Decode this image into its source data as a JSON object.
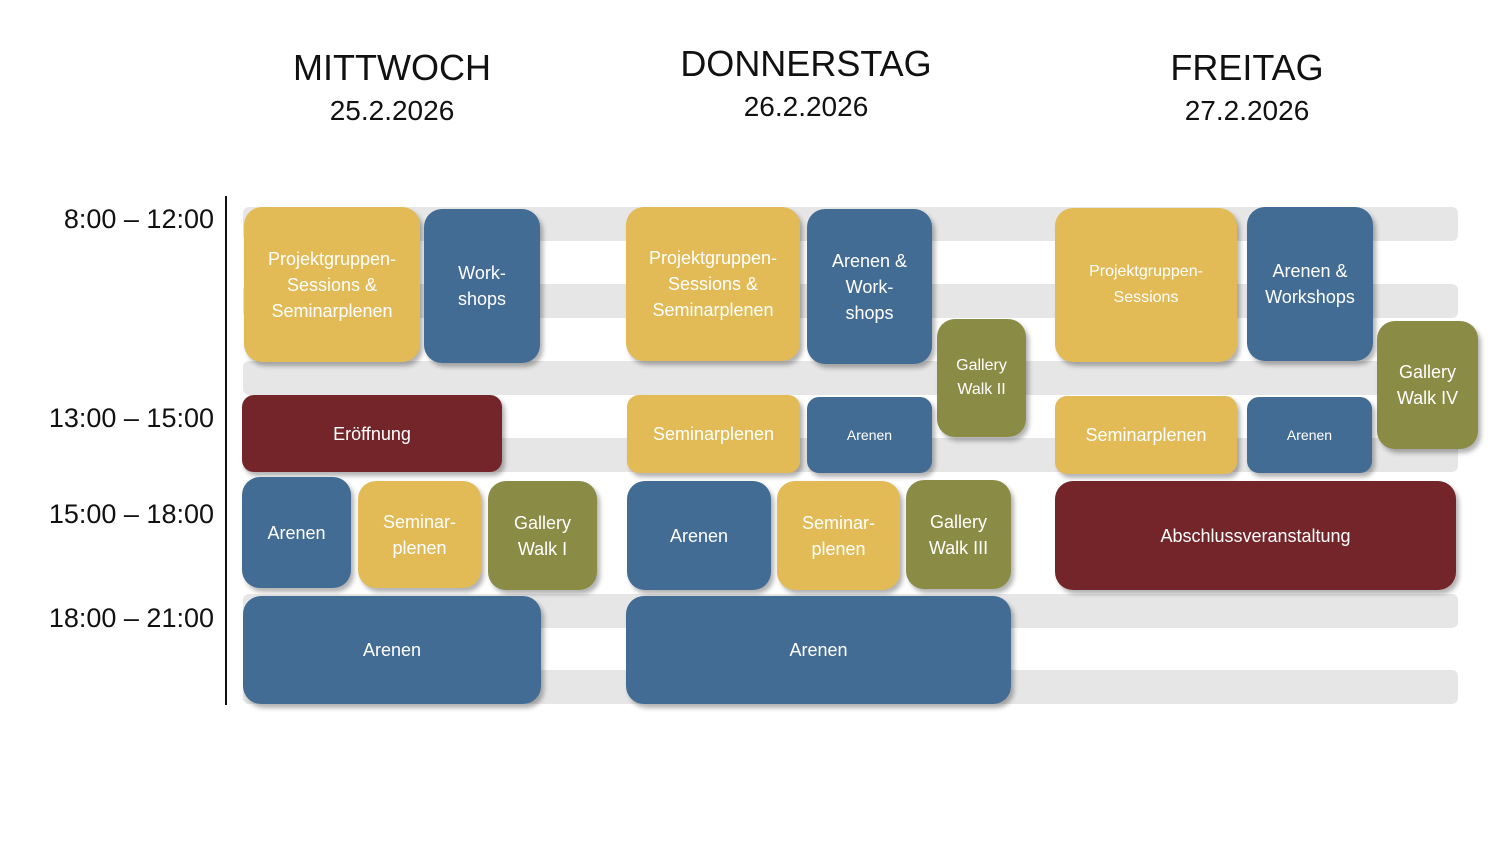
{
  "colors": {
    "yellow": "#e2bb57",
    "blue": "#436c95",
    "red": "#74252a",
    "olive": "#8a8c45"
  },
  "days": [
    {
      "name": "MITTWOCH",
      "date": "25.2.2026"
    },
    {
      "name": "DONNERSTAG",
      "date": "26.2.2026"
    },
    {
      "name": "FREITAG",
      "date": "27.2.2026"
    }
  ],
  "times": [
    "8:00 – 12:00",
    "13:00 – 15:00",
    "15:00 – 18:00",
    "18:00 – 21:00"
  ],
  "blocks": {
    "mi": [
      "Projektgruppen-\nSessions &\nSeminarplenen",
      "Work-\nshops",
      "Eröffnung",
      "Arenen",
      "Seminar-\nplenen",
      "Gallery\nWalk I",
      "Arenen"
    ],
    "do": [
      "Projektgruppen-\nSessions &\nSeminarplenen",
      "Arenen &\nWork-\nshops",
      "Gallery\nWalk II",
      "Seminarplenen",
      "Arenen",
      "Arenen",
      "Seminar-\nplenen",
      "Gallery\nWalk III",
      "Arenen"
    ],
    "fr": [
      "Projektgruppen-\nSessions",
      "Arenen &\nWorkshops",
      "Gallery\nWalk IV",
      "Seminarplenen",
      "Arenen",
      "Abschlussveranstaltung"
    ]
  }
}
